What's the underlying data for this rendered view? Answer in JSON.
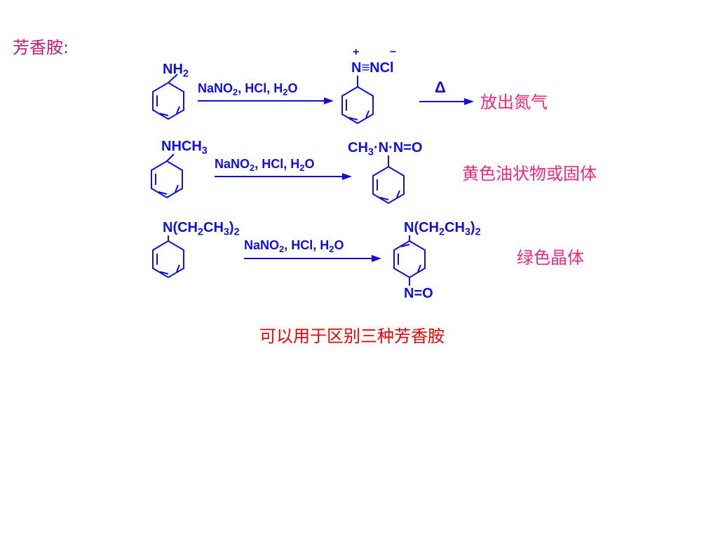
{
  "title": "芳香胺:",
  "reagent": {
    "a": "NaNO",
    "b": ", HCl, H",
    "c": "O",
    "sub": "2"
  },
  "row1": {
    "reactant": {
      "main": "NH",
      "sub": "2"
    },
    "product": {
      "n1": "N",
      "bond": "≡",
      "n2": "NCl",
      "plus": "+",
      "minus": "−"
    },
    "heat": "Δ",
    "result": "放出氮气"
  },
  "row2": {
    "reactant": {
      "main": "NHCH",
      "sub": "3"
    },
    "product": {
      "ch": "CH",
      "sub": "3",
      "dot": "·",
      "n": "N",
      "n2": "N",
      "eq": "=",
      "o": "O"
    },
    "result": "黄色油状物或固体"
  },
  "row3": {
    "reactant": {
      "a": "N(CH",
      "sub1": "2",
      "b": "CH",
      "sub2": "3",
      "c": ")",
      "sub3": "2"
    },
    "product_top": {
      "a": "N(CH",
      "sub1": "2",
      "b": "CH",
      "sub2": "3",
      "c": ")",
      "sub3": "2"
    },
    "product_bottom": {
      "n": "N",
      "eq": "=",
      "o": "O"
    },
    "result": "绿色晶体"
  },
  "footer": "可以用于区别三种芳香胺"
}
